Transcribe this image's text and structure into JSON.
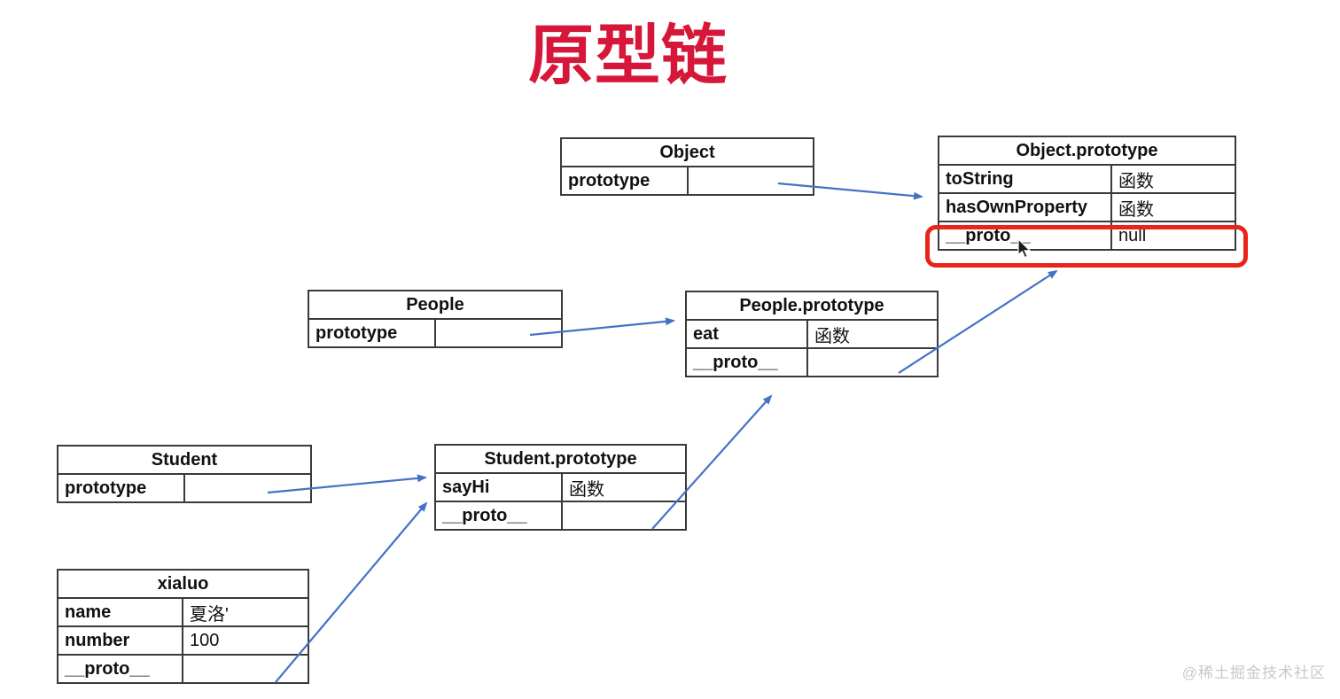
{
  "title": "原型链",
  "watermark": "@稀土掘金技术社区",
  "colors": {
    "title_red": "#d6173a",
    "arrow_blue": "#4472c4",
    "highlight_red": "#e8241b",
    "table_border": "#3a3a3a",
    "watermark_gray": "#c9c9c9"
  },
  "tables": {
    "object": {
      "title": "Object",
      "rows": [
        {
          "key": "prototype",
          "value": ""
        }
      ]
    },
    "object_prototype": {
      "title": "Object.prototype",
      "rows": [
        {
          "key": "toString",
          "value": "函数"
        },
        {
          "key": "hasOwnProperty",
          "value": "函数"
        },
        {
          "key": "__proto__",
          "value": "null"
        }
      ]
    },
    "people": {
      "title": "People",
      "rows": [
        {
          "key": "prototype",
          "value": ""
        }
      ]
    },
    "people_prototype": {
      "title": "People.prototype",
      "rows": [
        {
          "key": "eat",
          "value": "函数"
        },
        {
          "key": "__proto__",
          "value": ""
        }
      ]
    },
    "student": {
      "title": "Student",
      "rows": [
        {
          "key": "prototype",
          "value": ""
        }
      ]
    },
    "student_prototype": {
      "title": "Student.prototype",
      "rows": [
        {
          "key": "sayHi",
          "value": "函数"
        },
        {
          "key": "__proto__",
          "value": ""
        }
      ]
    },
    "xialuo": {
      "title": "xialuo",
      "rows": [
        {
          "key": "name",
          "value": "夏洛'"
        },
        {
          "key": "number",
          "value": "100"
        },
        {
          "key": "__proto__",
          "value": ""
        }
      ]
    }
  },
  "edges": [
    {
      "from": "Object.prototype-cell",
      "to": "table-object-prototype"
    },
    {
      "from": "People.prototype-cell",
      "to": "table-people-prototype"
    },
    {
      "from": "People.prototype.__proto__",
      "to": "Object.prototype __proto__ row (red highlighted)"
    },
    {
      "from": "Student.prototype-cell",
      "to": "table-student-prototype"
    },
    {
      "from": "Student.prototype.__proto__",
      "to": "table-people-prototype"
    },
    {
      "from": "xialuo.__proto__",
      "to": "table-student-prototype"
    }
  ],
  "highlight": {
    "target": "Object.prototype row: __proto__ = null"
  }
}
